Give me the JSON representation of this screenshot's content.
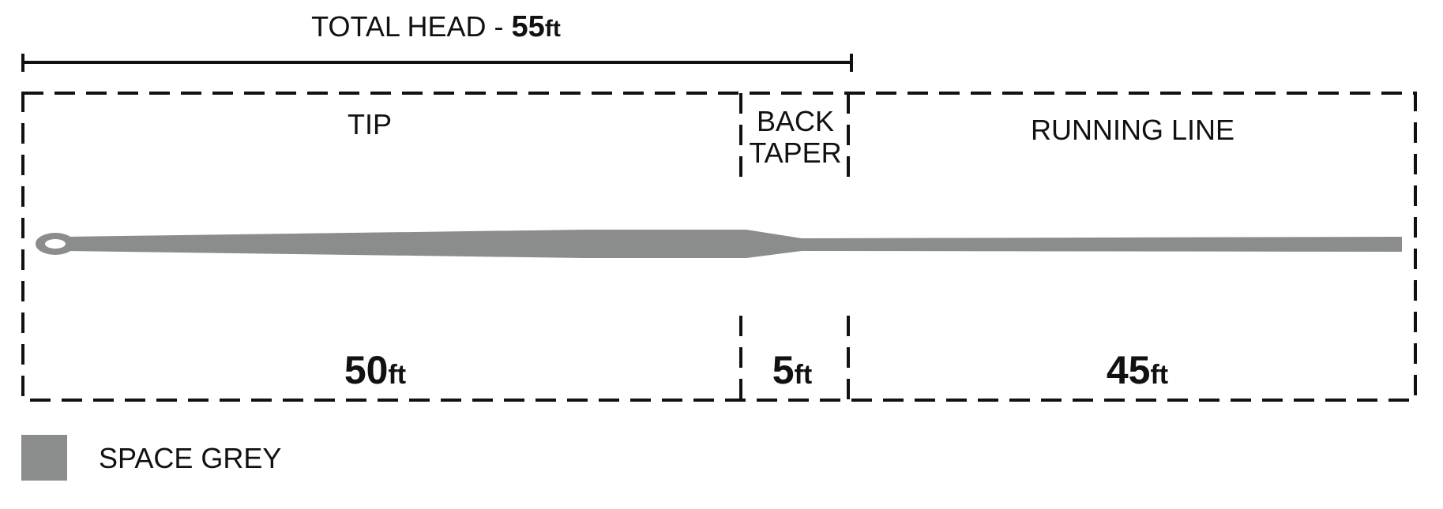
{
  "total_head": {
    "label": "TOTAL HEAD - ",
    "value": "55",
    "unit": "ft"
  },
  "sections": [
    {
      "name": "TIP",
      "value": "50",
      "unit": "ft"
    },
    {
      "name_line1": "BACK",
      "name_line2": "TAPER",
      "value": "5",
      "unit": "ft"
    },
    {
      "name": "RUNNING LINE",
      "value": "45",
      "unit": "ft"
    }
  ],
  "legend": {
    "label": "SPACE GREY",
    "color": "#8a8d8c"
  },
  "colors": {
    "line": "#8a8d8c",
    "ink": "#111111"
  }
}
